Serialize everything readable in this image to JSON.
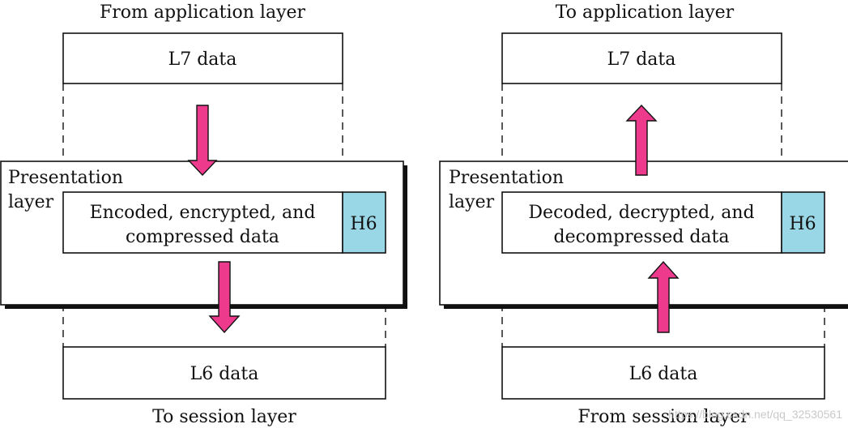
{
  "colors": {
    "arrow": "#ee3a8c",
    "header_box": "#9ad7e6",
    "line": "#111111",
    "shadow": "#111111",
    "watermark": "#c9c9c9"
  },
  "sender": {
    "top_caption": "From application layer",
    "l7_label": "L7 data",
    "layer_label_line1": "Presentation",
    "layer_label_line2": "layer",
    "data_line1": "Encoded, encrypted, and",
    "data_line2": "compressed data",
    "header_label": "H6",
    "l6_label": "L6 data",
    "bottom_caption": "To session layer",
    "arrow_direction": "down"
  },
  "receiver": {
    "top_caption": "To application layer",
    "l7_label": "L7 data",
    "layer_label_line1": "Presentation",
    "layer_label_line2": "layer",
    "data_line1": "Decoded, decrypted, and",
    "data_line2": "decompressed data",
    "header_label": "H6",
    "l6_label": "L6 data",
    "bottom_caption": "From session layer",
    "arrow_direction": "up"
  },
  "watermark": "https://blog.csdn.net/qq_32530561"
}
